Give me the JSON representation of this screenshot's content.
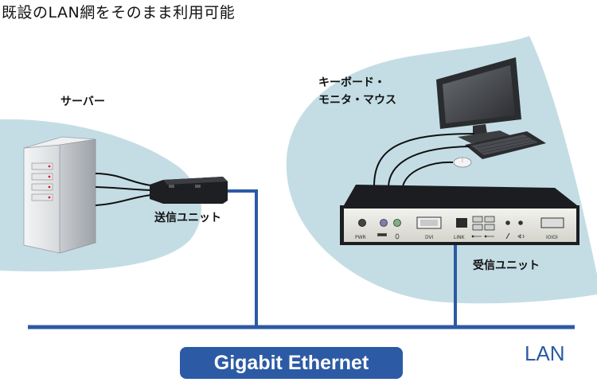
{
  "title": "既設のLAN網をそのまま利用可能",
  "labels": {
    "server": "サーバー",
    "peripherals_line1": "キーボード・",
    "peripherals_line2": "モニタ・マウス",
    "transmitter": "送信ユニット",
    "receiver": "受信ユニット"
  },
  "network": {
    "badge": "Gigabit Ethernet",
    "lan": "LAN"
  },
  "receiver_ports": {
    "pwr": "PWR",
    "dvi": "DVI",
    "link": "LINK",
    "serial": "IOIOI"
  },
  "colors": {
    "zone_fill": "#c4dde5",
    "line_blue": "#2c5aa4",
    "badge": "#2c5aa4"
  }
}
